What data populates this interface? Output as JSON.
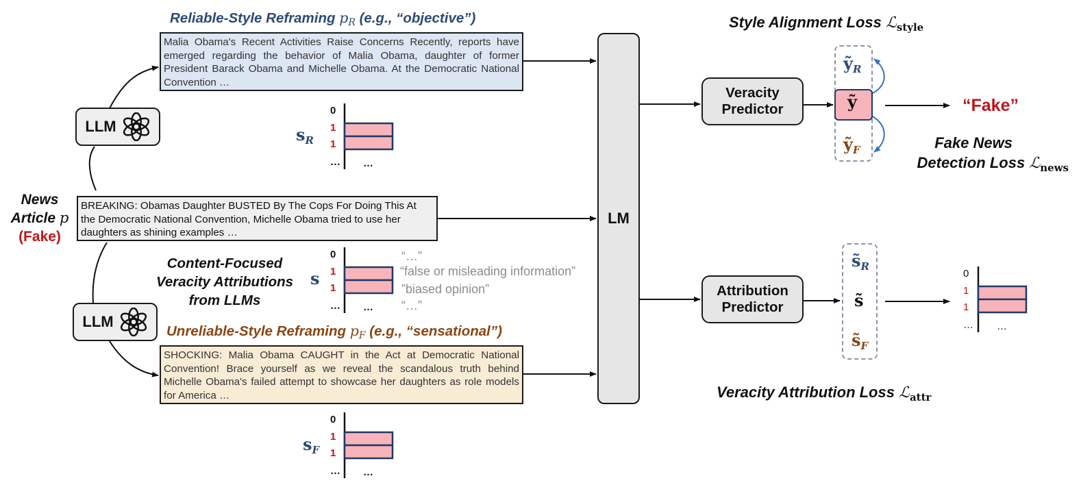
{
  "reliable_title": {
    "text": "Reliable-Style Reframing",
    "symbol": "p",
    "sub": "R",
    "example": "(e.g., “objective”)"
  },
  "reliable_text": "Malia Obama's Recent Activities Raise Concerns Recently, reports have emerged regarding the behavior of Malia Obama, daughter of former President Barack Obama and Michelle Obama. At the Democratic National Convention …",
  "original_text": "BREAKING: Obamas Daughter BUSTED By The Cops For Doing This At the Democratic National Convention, Michelle Obama tried to use her daughters as shining examples …",
  "unreliable_title": {
    "text": "Unreliable-Style Reframing",
    "symbol": "p",
    "sub": "F",
    "example": "(e.g., “sensational”)"
  },
  "unreliable_text": "SHOCKING: Malia Obama CAUGHT in the Act at Democratic National Convention! Brace yourself as we reveal the scandalous truth behind Michelle Obama's failed attempt to showcase her daughters as role models for America …",
  "llm_label": "LLM",
  "lm_label": "LM",
  "news_article": {
    "line1": "News",
    "line2": "Article",
    "symbol": "p",
    "line3": "(Fake)"
  },
  "content_focused": {
    "line1": "Content-Focused",
    "line2": "Veracity Attributions",
    "line3": "from LLMs"
  },
  "attribution_vectors": {
    "s_R": {
      "symbol": "s",
      "sub": "R",
      "ticks": [
        "0",
        "1",
        "1",
        "…"
      ],
      "bottom": "…"
    },
    "s": {
      "symbol": "s",
      "ticks": [
        "0",
        "1",
        "1",
        "…"
      ],
      "bottom": "…"
    },
    "s_F": {
      "symbol": "s",
      "sub": "F",
      "ticks": [
        "0",
        "1",
        "1",
        "…"
      ],
      "bottom": "…"
    },
    "s_pred": {
      "ticks": [
        "0",
        "1",
        "1",
        "…"
      ],
      "bottom": "…"
    }
  },
  "attribution_reasons": [
    "“…”",
    "“false or misleading information”",
    "”biased opinion”",
    "“…”"
  ],
  "veracity_predictor": {
    "line1": "Veracity",
    "line2": "Predictor"
  },
  "attribution_predictor": {
    "line1": "Attribution",
    "line2": "Predictor"
  },
  "style_alignment_loss": {
    "text": "Style Alignment Loss",
    "symbol": "ℒ",
    "sub": "style"
  },
  "fake_news_loss": {
    "line1": "Fake News",
    "line2": "Detection Loss",
    "symbol": "ℒ",
    "sub": "news"
  },
  "veracity_attribution_loss": {
    "text": "Veracity Attribution Loss",
    "symbol": "ℒ",
    "sub": "attr"
  },
  "output_label": "“Fake”",
  "y_symbols": {
    "y_R": "ỹ",
    "y_R_sub": "R",
    "y": "ỹ",
    "y_F": "ỹ",
    "y_F_sub": "F"
  },
  "s_symbols": {
    "s_R": "s̃",
    "s_R_sub": "R",
    "s": "s̃",
    "s_F": "s̃",
    "s_F_sub": "F"
  },
  "colors": {
    "reliable_blue": "#2c4a78",
    "unreliable_brown": "#8b4513",
    "fake_red": "#c0141c",
    "bar_pink": "#f8b4bb",
    "bar_border": "#1f3a66",
    "reliable_box": "#dde6f3",
    "unreliable_box": "#f8ecd5",
    "grey_box": "#e6e6e6",
    "arrow_blue": "#3a6fc4"
  }
}
